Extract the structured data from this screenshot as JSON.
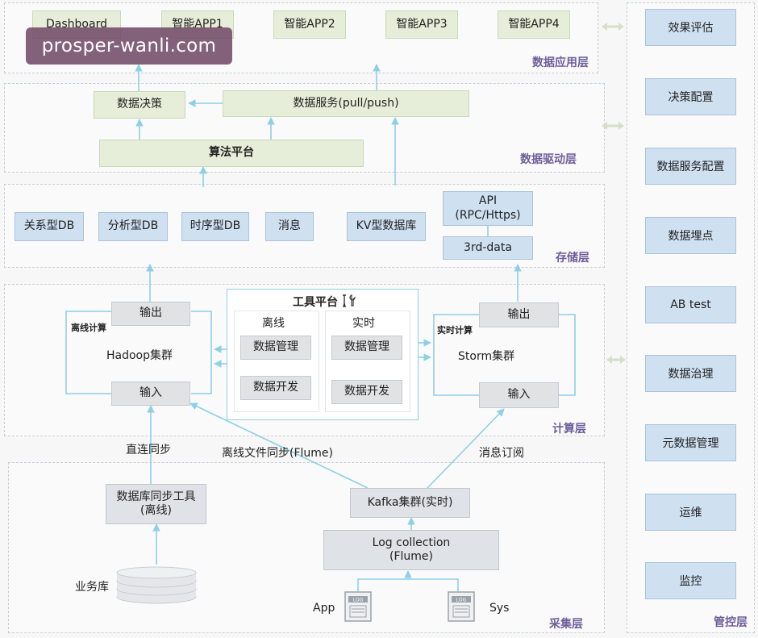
{
  "watermark": "prosper-wanli.com",
  "layers": {
    "app": "数据应用层",
    "drive": "数据驱动层",
    "storage": "存储层",
    "compute": "计算层",
    "collect": "采集层",
    "control": "管控层"
  },
  "app_layer": [
    "Dashboard",
    "智能APP1",
    "智能APP2",
    "智能APP3",
    "智能APP4"
  ],
  "drive_layer": {
    "decision": "数据决策",
    "service": "数据服务(pull/push)",
    "algo": "算法平台"
  },
  "storage_layer": {
    "items": [
      "关系型DB",
      "分析型DB",
      "时序型DB",
      "消息",
      "KV型数据库"
    ],
    "api_line1": "API",
    "api_line2": "(RPC/Https)",
    "third": "3rd-data"
  },
  "compute_layer": {
    "left_output": "输出",
    "left_input": "输入",
    "left_note": "离线计算",
    "hadoop": "Hadoop集群",
    "tool_title": "工具平台",
    "offline": "离线",
    "realtime": "实时",
    "offline_items": [
      "数据管理",
      "数据开发"
    ],
    "realtime_items": [
      "数据管理",
      "数据开发"
    ],
    "right_output": "输出",
    "right_input": "输入",
    "right_note": "实时计算",
    "storm": "Storm集群"
  },
  "edge_labels": {
    "direct_sync": "直连同步",
    "file_sync": "离线文件同步(Flume)",
    "msg_sub": "消息订阅"
  },
  "collect_layer": {
    "db_sync_line1": "数据库同步工具",
    "db_sync_line2": "(离线)",
    "kafka": "Kafka集群(实时)",
    "logc_line1": "Log collection",
    "logc_line2": "(Flume)",
    "business_db": "业务库",
    "app": "App",
    "sys": "Sys",
    "log_tag": "LOG"
  },
  "control_layer": [
    "效果评估",
    "决策配置",
    "数据服务配置",
    "数据埋点",
    "AB test",
    "数据治理",
    "元数据管理",
    "运维",
    "监控"
  ],
  "colors": {
    "arrow": "#8ed0e6",
    "layer_label": "#6d5f9a",
    "green_box": "#e6edd8",
    "blue_box": "#cfe0f1"
  }
}
